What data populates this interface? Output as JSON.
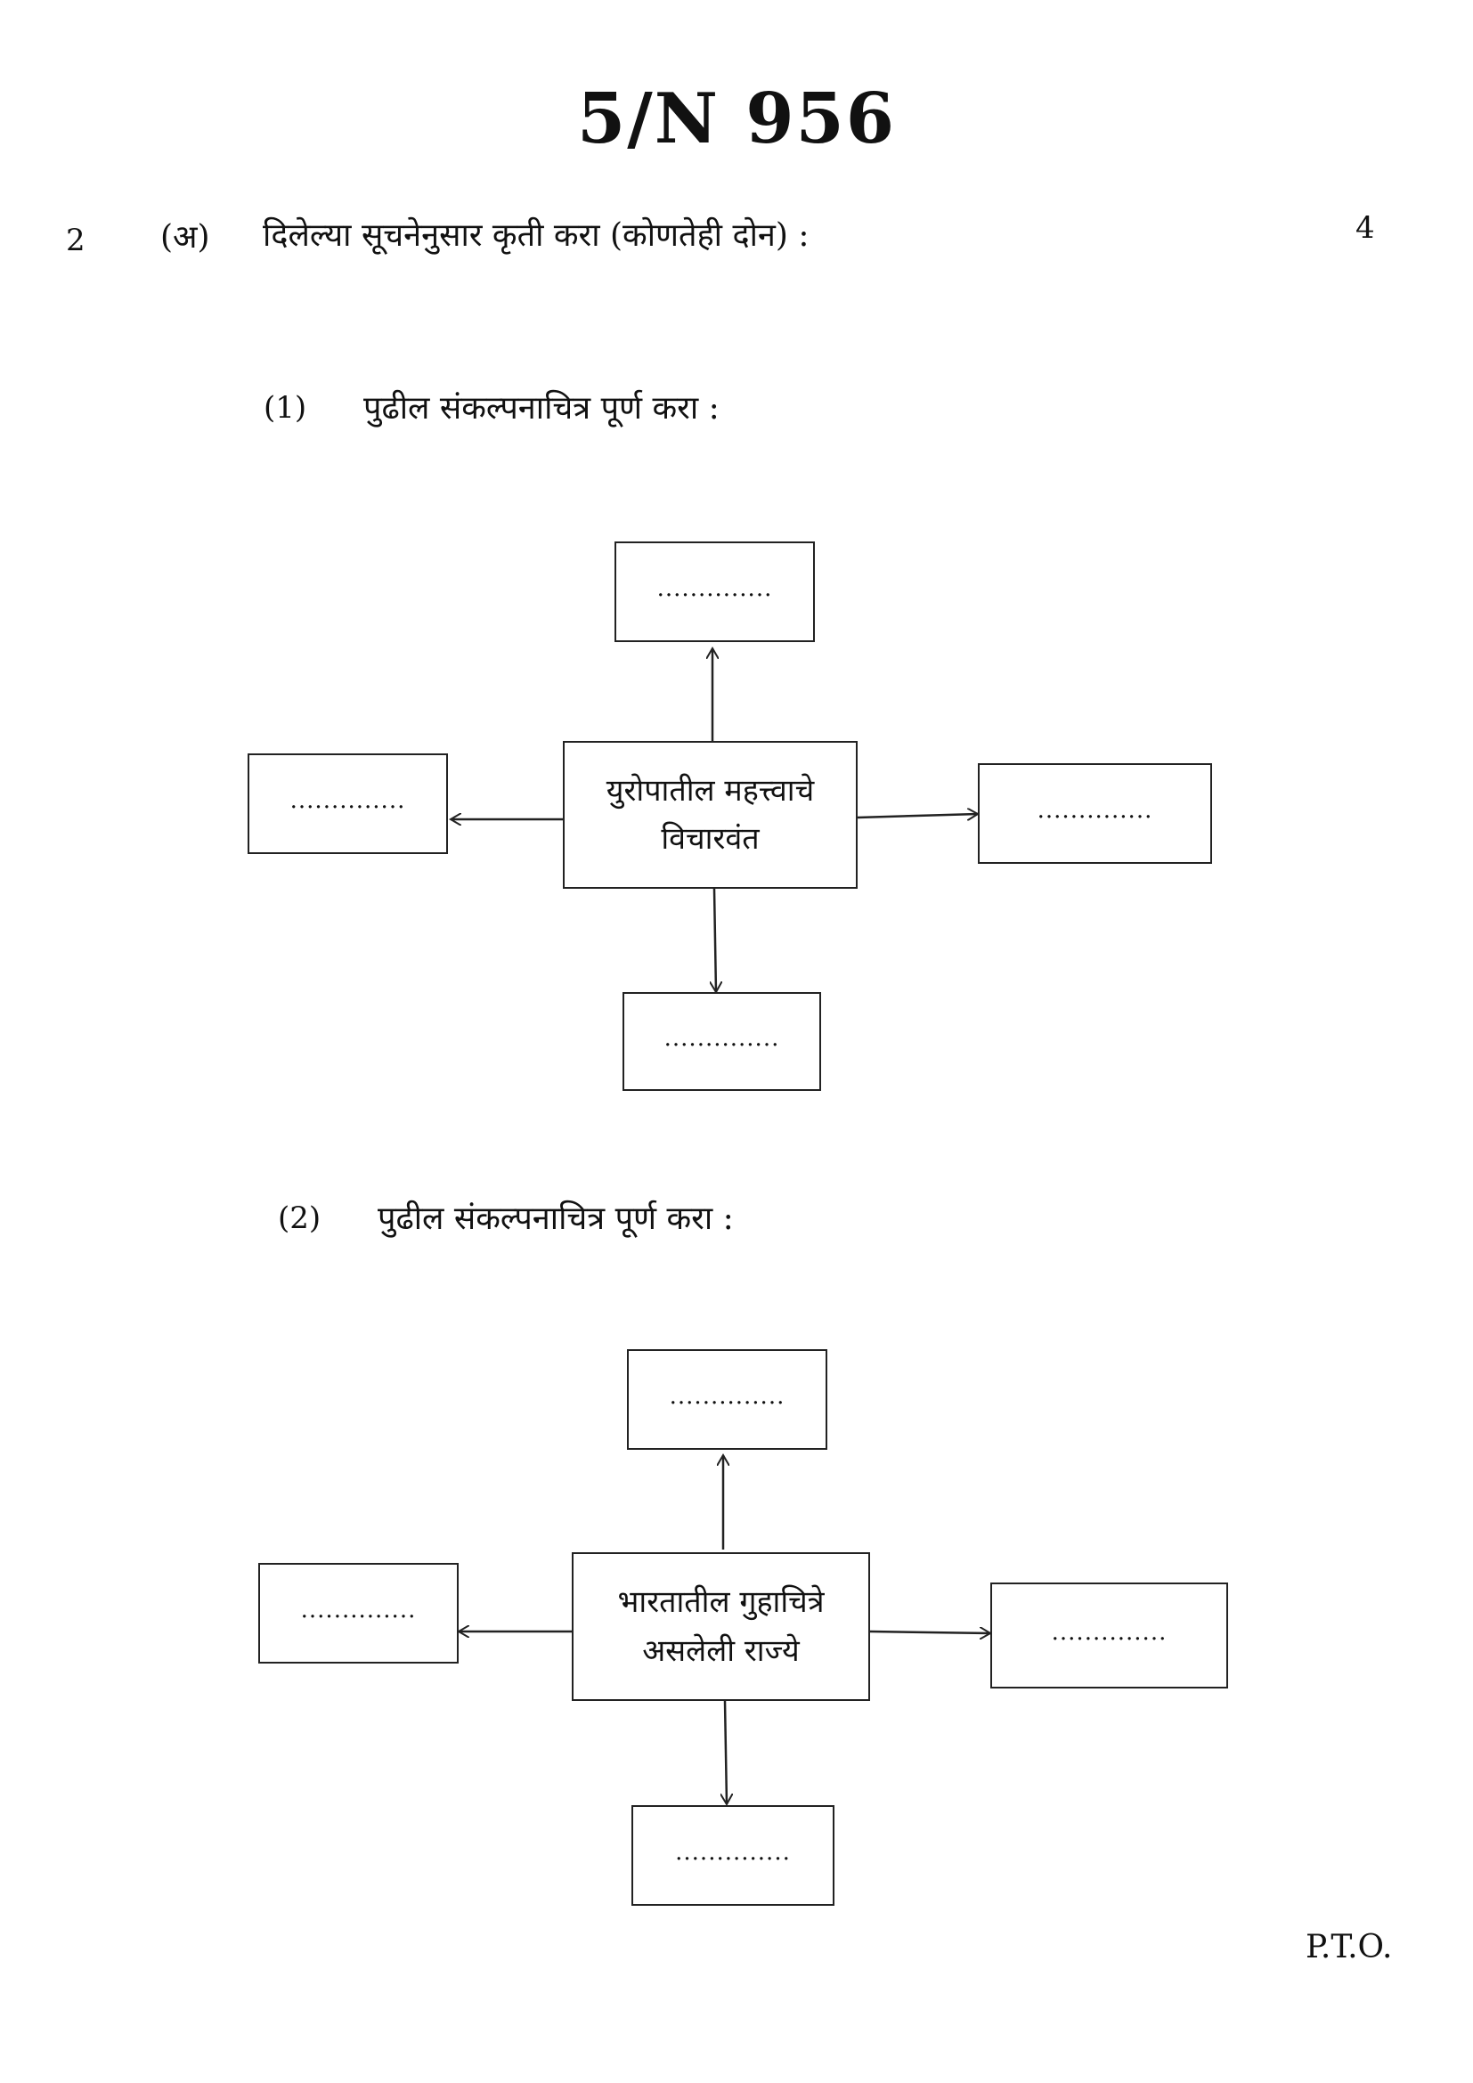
{
  "header": {
    "paper_code": "5/N 956"
  },
  "question": {
    "number": "2",
    "sub_label": "(अ)",
    "instruction": "दिलेल्या सूचनेनुसार कृती करा (कोणतेही दोन) :",
    "marks": "4"
  },
  "concept_map_1": {
    "number": "(1)",
    "instruction": "पुढील संकल्पनाचित्र पूर्ण करा :",
    "center_line1": "युरोपातील महत्त्वाचे",
    "center_line2": "विचारवंत",
    "top": "..............",
    "left": "..............",
    "right": "..............",
    "bottom": ".............."
  },
  "concept_map_2": {
    "number": "(2)",
    "instruction": "पुढील संकल्पनाचित्र पूर्ण करा :",
    "center_line1": "भारतातील गुहाचित्रे",
    "center_line2": "असलेली राज्ये",
    "top": "..............",
    "left": "..............",
    "right": "..............",
    "bottom": ".............."
  },
  "footer": {
    "pto": "P.T.O."
  }
}
